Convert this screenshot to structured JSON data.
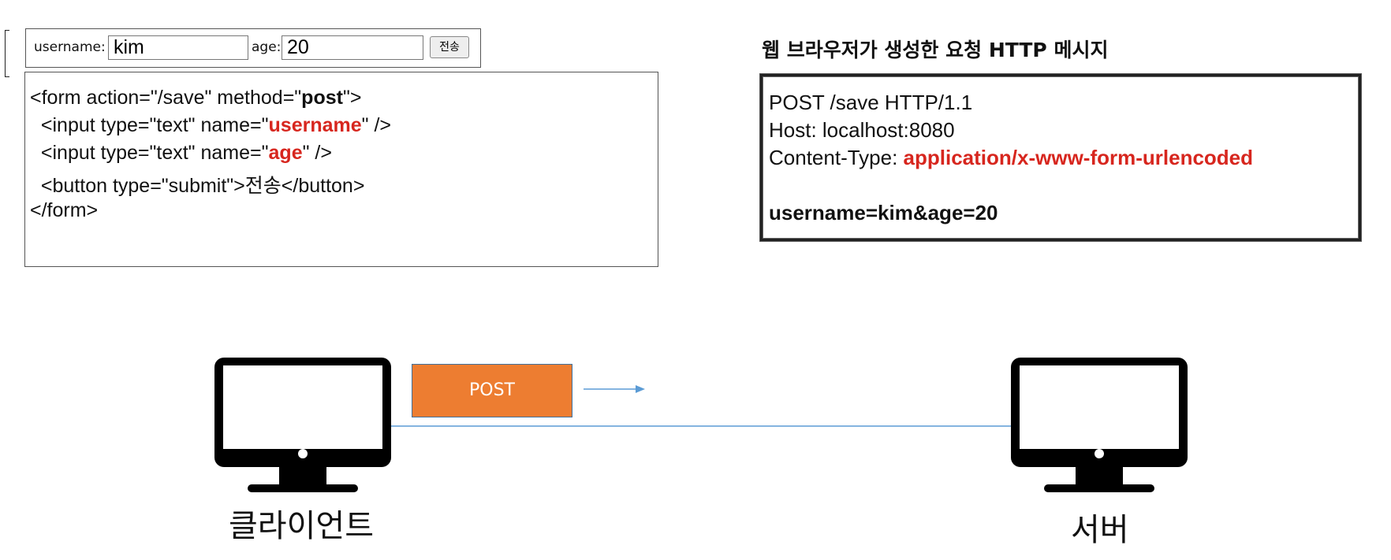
{
  "form_render": {
    "username_label": "username:",
    "username_value": "kim",
    "age_label": "age:",
    "age_value": "20",
    "submit_label": "전송"
  },
  "html_source": {
    "line1_a": "<form action=\"/save\" method=\"",
    "line1_b": "post",
    "line1_c": "\">",
    "line2_a": "  <input type=\"text\" name=\"",
    "line2_b": "username",
    "line2_c": "\" />",
    "line3_a": "  <input type=\"text\" name=\"",
    "line3_b": "age",
    "line3_c": "\" />",
    "line4": "  <button type=\"submit\">전송</button>",
    "line5": "</form>"
  },
  "http_message": {
    "title": "웹 브라우저가 생성한 요청 HTTP 메시지",
    "request_line": "POST /save HTTP/1.1",
    "host_line": "Host: localhost:8080",
    "content_type_label": "Content-Type: ",
    "content_type_value": "application/x-www-form-urlencoded",
    "body": "username=kim&age=20"
  },
  "diagram": {
    "method_label": "POST",
    "client_label": "클라이언트",
    "server_label": "서버",
    "colors": {
      "method_box_fill": "#ed7d31",
      "method_box_border": "#41719c",
      "connector_line": "#5b9bd5",
      "highlight_text": "#d7261e"
    }
  }
}
